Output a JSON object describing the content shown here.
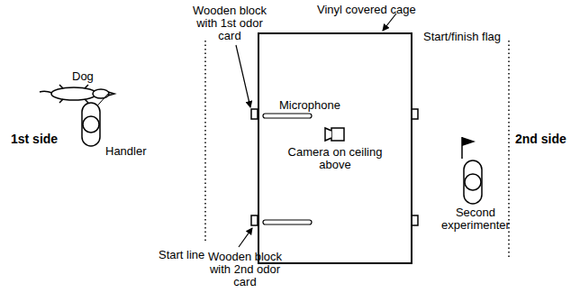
{
  "diagram": {
    "nodes": [
      {
        "text": [
          "Microphone",
          "Camera on ceiling above"
        ]
      }
    ],
    "labels": [
      "1st side",
      "Dog",
      "Handler",
      "Start line",
      "Wooden block with 1st odor card",
      "Vinyl covered cage",
      "Start/finish flag",
      "Second experimenter",
      "2nd side",
      "Wooden block with 2nd odor card"
    ]
  }
}
